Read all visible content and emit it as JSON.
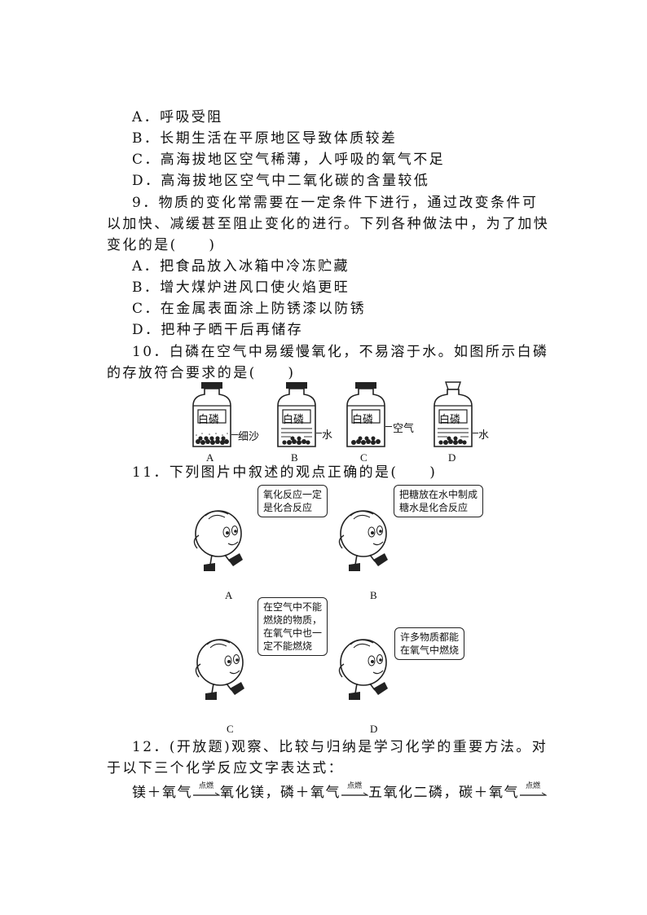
{
  "q8_options": [
    "A．呼吸受阻",
    "B．长期生活在平原地区导致体质较差",
    "C．高海拔地区空气稀薄，人呼吸的氧气不足",
    "D．高海拔地区空气中二氧化碳的含量较低"
  ],
  "q9": {
    "line1": "9．物质的变化常需要在一定条件下进行，通过改变条件可",
    "line2": "以加快、减缓甚至阻止变化的进行。下列各种做法中，为了加快",
    "line3": "变化的是(　　)",
    "options": [
      "A．把食品放入冰箱中冷冻贮藏",
      "B．增大煤炉进风口使火焰更旺",
      "C．在金属表面涂上防锈漆以防锈",
      "D．把种子晒干后再储存"
    ]
  },
  "q10": {
    "line1": "10．白磷在空气中易缓慢氧化，不易溶于水。如图所示白磷",
    "line2": "的存放符合要求的是(　　)",
    "jars": [
      {
        "letter": "A",
        "label": "白磷",
        "side": "细沙"
      },
      {
        "letter": "B",
        "label": "白磷",
        "side": "水"
      },
      {
        "letter": "C",
        "label": "白磷",
        "side": "空气"
      },
      {
        "letter": "D",
        "label": "白磷",
        "side": "水"
      }
    ]
  },
  "q11": {
    "line1": "11．下列图片中叙述的观点正确的是(　　)",
    "panels": [
      {
        "letter": "A",
        "text": [
          "氧化反应一定",
          "是化合反应"
        ]
      },
      {
        "letter": "B",
        "text": [
          "把糖放在水中制成",
          "糖水是化合反应"
        ]
      },
      {
        "letter": "C",
        "text": [
          "在空气中不能",
          "燃烧的物质，",
          "在氧气中也一",
          "定不能燃烧"
        ]
      },
      {
        "letter": "D",
        "text": [
          "许多物质都能",
          "在氧气中燃烧"
        ]
      }
    ]
  },
  "q12": {
    "line1": "12．(开放题)观察、比较与归纳是学习化学的重要方法。对",
    "line2": "于以下三个化学反应文字表达式：",
    "condition": "点燃",
    "eq_parts": [
      "镁＋氧气",
      "氧化镁，磷＋氧气",
      "五氧化二磷，碳＋氧气"
    ]
  }
}
